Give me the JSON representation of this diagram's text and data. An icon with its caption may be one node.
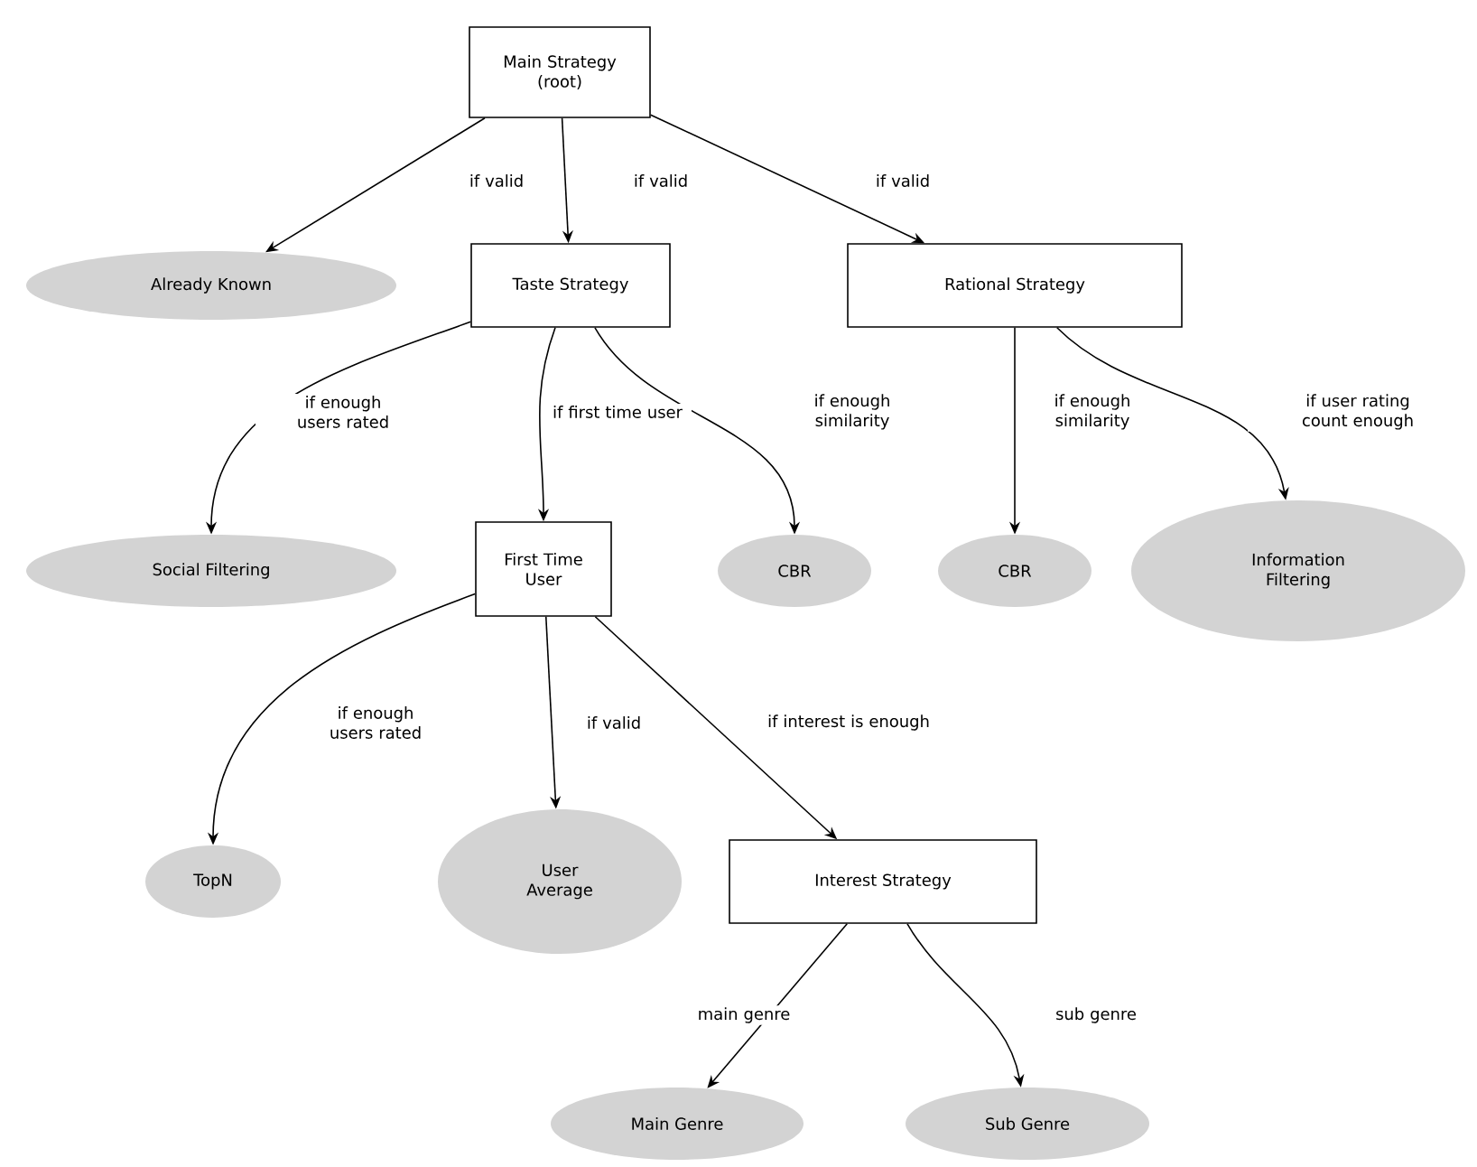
{
  "diagram": {
    "nodes": [
      {
        "text": [
          "Main Strategy (root)"
        ]
      },
      {
        "text": [
          "Already Known"
        ]
      },
      {
        "text": [
          "Taste Strategy"
        ]
      },
      {
        "text": [
          "Rational Strategy"
        ]
      },
      {
        "text": [
          "Social Filtering"
        ]
      },
      {
        "text": [
          "First Time User"
        ]
      },
      {
        "text": [
          "CBR"
        ]
      },
      {
        "text": [
          "CBR"
        ]
      },
      {
        "text": [
          "Information Filtering"
        ]
      },
      {
        "text": [
          "TopN"
        ]
      },
      {
        "text": [
          "User Average"
        ]
      },
      {
        "text": [
          "Interest Strategy"
        ]
      },
      {
        "text": [
          "Main Genre"
        ]
      },
      {
        "text": [
          "Sub Genre"
        ]
      }
    ],
    "edges": [
      {
        "from": 0,
        "to": 1,
        "arrow": "to",
        "label": "if valid"
      },
      {
        "from": 0,
        "to": 2,
        "arrow": "to",
        "label": "if valid"
      },
      {
        "from": 0,
        "to": 3,
        "arrow": "to",
        "label": "if valid"
      },
      {
        "from": 2,
        "to": 4,
        "arrow": "to",
        "label": "if enough users rated"
      },
      {
        "from": 2,
        "to": 5,
        "arrow": "to",
        "label": "if first time user"
      },
      {
        "from": 2,
        "to": 6,
        "arrow": "to",
        "label": "if enough similarity"
      },
      {
        "from": 3,
        "to": 7,
        "arrow": "to",
        "label": "if enough similarity"
      },
      {
        "from": 3,
        "to": 8,
        "arrow": "to",
        "label": "if user rating count enough"
      },
      {
        "from": 5,
        "to": 9,
        "arrow": "to",
        "label": "if enough users rated"
      },
      {
        "from": 5,
        "to": 10,
        "arrow": "to",
        "label": "if valid"
      },
      {
        "from": 5,
        "to": 11,
        "arrow": "to",
        "label": "if interest is enough"
      },
      {
        "from": 11,
        "to": 12,
        "arrow": "to",
        "label": "main genre"
      },
      {
        "from": 11,
        "to": 13,
        "arrow": "to",
        "label": "sub genre"
      }
    ]
  }
}
